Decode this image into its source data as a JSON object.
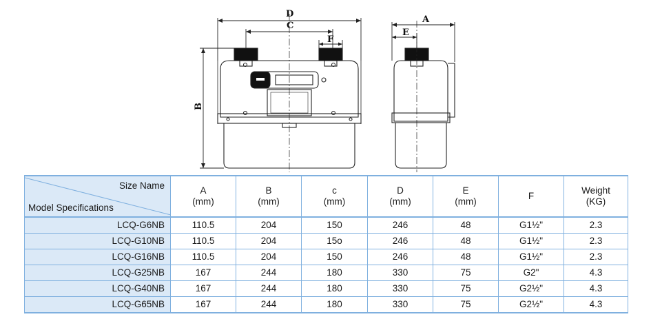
{
  "drawing": {
    "dimension_labels": {
      "D": "D",
      "C": "C",
      "F": "F",
      "B": "B",
      "A": "A",
      "E": "E"
    }
  },
  "table": {
    "corner": {
      "size_name": "Size Name",
      "model_specifications": "Model Specifications"
    },
    "columns": [
      {
        "name": "A",
        "unit": "(mm)"
      },
      {
        "name": "B",
        "unit": "(mm)"
      },
      {
        "name": "c",
        "unit": "(mm)"
      },
      {
        "name": "D",
        "unit": "(mm)"
      },
      {
        "name": "E",
        "unit": "(mm)"
      },
      {
        "name": "F",
        "unit": ""
      },
      {
        "name": "Weight",
        "unit": "(KG)"
      }
    ],
    "rows": [
      {
        "model": "LCQ-G6NB",
        "A": "110.5",
        "B": "204",
        "C": "150",
        "D": "246",
        "E": "48",
        "F": "G1½\"",
        "Weight": "2.3"
      },
      {
        "model": "LCQ-G10NB",
        "A": "110.5",
        "B": "204",
        "C": "15o",
        "D": "246",
        "E": "48",
        "F": "G1½\"",
        "Weight": "2.3"
      },
      {
        "model": "LCQ-G16NB",
        "A": "110.5",
        "B": "204",
        "C": "150",
        "D": "246",
        "E": "48",
        "F": "G1½\"",
        "Weight": "2.3"
      },
      {
        "model": "LCQ-G25NB",
        "A": "167",
        "B": "244",
        "C": "180",
        "D": "330",
        "E": "75",
        "F": "G2\"",
        "Weight": "4.3"
      },
      {
        "model": "LCQ-G40NB",
        "A": "167",
        "B": "244",
        "C": "180",
        "D": "330",
        "E": "75",
        "F": "G2½\"",
        "Weight": "4.3"
      },
      {
        "model": "LCQ-G65NB",
        "A": "167",
        "B": "244",
        "C": "180",
        "D": "330",
        "E": "75",
        "F": "G2½\"",
        "Weight": "4.3"
      }
    ]
  },
  "colors": {
    "border": "#7fb0df",
    "highlight": "#dbe9f7"
  }
}
